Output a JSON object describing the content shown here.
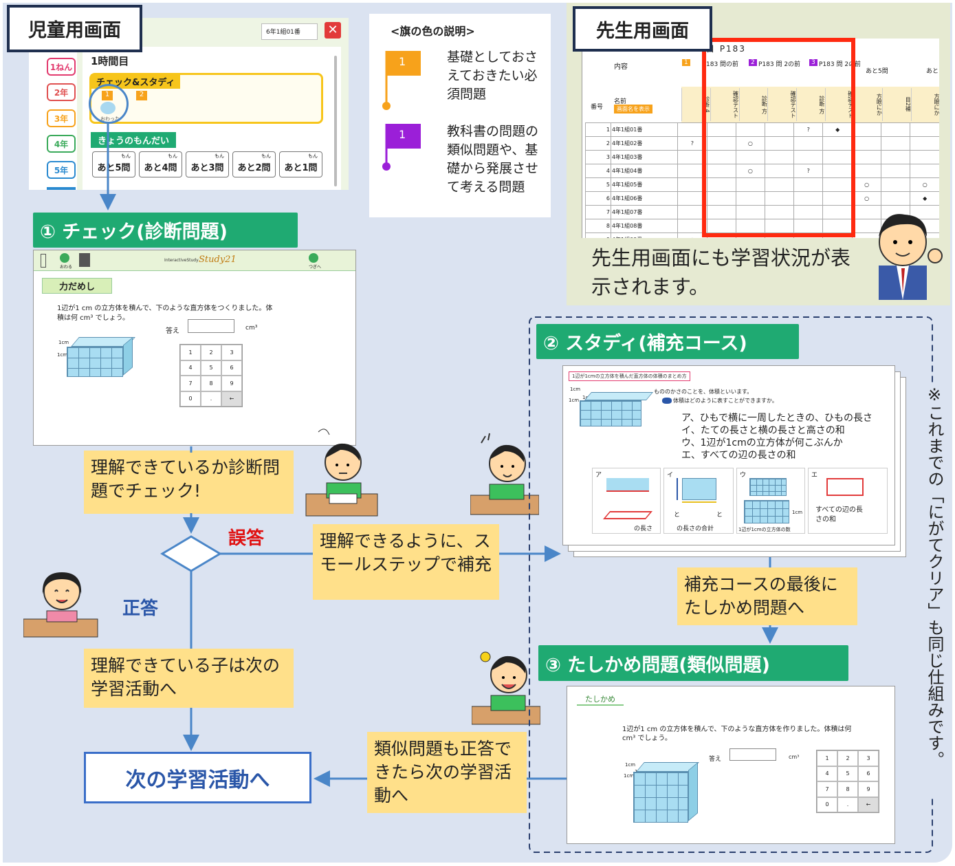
{
  "student_label": "児童用画面",
  "teacher_label": "先生用画面",
  "student_screen": {
    "id_field": "6年1組01番",
    "period": "1時間目",
    "check_study": "チェック&スタディ",
    "flags": [
      "1",
      "2"
    ],
    "done": "おわった",
    "today": "きょうのもんだい",
    "grades": [
      "1ねん",
      "2年",
      "3年",
      "4年",
      "5年"
    ],
    "ruby": "もん",
    "remaining": [
      "あと5問",
      "あと4問",
      "あと3問",
      "あと2問",
      "あと1問"
    ]
  },
  "legend": {
    "title": "<旗の色の説明>",
    "flag_num": "1",
    "orange_text": "基礎としておさえておきたい必須問題",
    "purple_text": "教科書の問題の類似問題や、基礎から発展させて考える問題",
    "orange_color": "#f7a21b",
    "purple_color": "#9b1fd8"
  },
  "teacher_screen": {
    "header_top": "目 P183",
    "col_content": "内容",
    "col_number": "番号",
    "col_name": "名前",
    "show_name_btn": "画面名を表示",
    "col_groups": [
      "183 問の前",
      "P183 問 2の前",
      "P183 問 2の前",
      "あと5問",
      "あと"
    ],
    "group_flags": [
      "1",
      "2",
      "3"
    ],
    "sub_cols": [
      "診断 4",
      "確認テスト",
      "診断 方",
      "確認テスト",
      "診断 方",
      "確認テスト",
      "方眼にか",
      "目2補",
      "方眼にか"
    ],
    "rows": [
      {
        "no": "1",
        "name": "4年1組01番",
        "cells": [
          "",
          "",
          "",
          "",
          "?",
          "◆",
          "",
          "",
          ""
        ]
      },
      {
        "no": "2",
        "name": "4年1組02番",
        "cells": [
          "?",
          "",
          "○",
          "",
          "",
          "",
          "",
          "",
          ""
        ]
      },
      {
        "no": "3",
        "name": "4年1組03番",
        "cells": [
          "",
          "",
          "",
          "",
          "",
          "",
          "",
          "",
          ""
        ]
      },
      {
        "no": "4",
        "name": "4年1組04番",
        "cells": [
          "",
          "",
          "○",
          "",
          "?",
          "",
          "",
          "",
          ""
        ]
      },
      {
        "no": "5",
        "name": "4年1組05番",
        "cells": [
          "",
          "",
          "",
          "",
          "",
          "",
          "○",
          "",
          "○"
        ]
      },
      {
        "no": "6",
        "name": "4年1組06番",
        "cells": [
          "",
          "",
          "",
          "",
          "",
          "",
          "○",
          "",
          "◆"
        ]
      },
      {
        "no": "7",
        "name": "4年1組07番",
        "cells": [
          "",
          "",
          "",
          "",
          "",
          "",
          "",
          "",
          ""
        ]
      },
      {
        "no": "8",
        "name": "4年1組08番",
        "cells": [
          "",
          "",
          "",
          "",
          "",
          "",
          "",
          "",
          ""
        ]
      },
      {
        "no": "9",
        "name": "4年1組09番",
        "cells": [
          "○",
          "",
          "",
          "",
          "",
          "",
          "",
          "",
          ""
        ]
      }
    ],
    "caption": "先生用画面にも学習状況が表示されます。"
  },
  "step1": {
    "banner": "① チェック(診断問題)",
    "toolbar_end": "おわる",
    "toolbar_next": "つぎへ",
    "logo": "Study21",
    "logo_pre": "InteractiveStudy",
    "title_tag": "力だめし",
    "question": "1辺が1 cm の立方体を積んで、下のような直方体をつくりました。体積は何 cm³ でしょう。",
    "answer_label": "答え",
    "unit": "cm³",
    "cube_label_a": "1cm",
    "cube_label_b": "1cm",
    "cube_label_c": "1cm",
    "keys": [
      "1",
      "2",
      "3",
      "4",
      "5",
      "6",
      "7",
      "8",
      "9",
      "0",
      ".",
      "←"
    ]
  },
  "notes": {
    "check": "理解できているか診断問題でチェック!",
    "wrong": "誤答",
    "correct": "正答",
    "small_step": "理解できるように、スモールステップで補充",
    "understand": "理解できている子は次の学習活動へ",
    "next_activity": "次の学習活動へ",
    "confirm_note": "補充コースの最後にたしかめ問題へ",
    "similar_correct": "類似問題も正答できたら次の学習活動へ",
    "vertical_note": "※これまでの「にがてクリア」も同じ仕組みです。"
  },
  "step2": {
    "banner": "② スタディ(補充コース)",
    "title_tag": "1辺が1cmの立方体を積んだ直方体の体積のまとめ方",
    "intro1": "もののかさのことを、体積といいます。",
    "intro2": "体積はどのように表すことができますか。",
    "options": [
      "ア、ひもで横に一周したときの、ひもの長さ",
      "イ、たての長さと横の長さと高さの和",
      "ウ、1辺が1cmの立方体が何こぶんか",
      "エ、すべての辺の長さの和"
    ],
    "panel_letters": [
      "ア",
      "イ",
      "ウ",
      "エ"
    ],
    "panel_captions": [
      "の長さ",
      "の長さの合計",
      "1辺が1cmの立方体の数",
      "すべての辺の長さの和"
    ],
    "cube_label_a": "1cm",
    "cube_label_b": "1cm",
    "cube_label_c": "1cm",
    "panel_mark_a": "と",
    "panel_mark_b": "と",
    "panel_unit": "1cm"
  },
  "step3": {
    "banner": "③ たしかめ問題(類似問題)",
    "title_tag": "たしかめ",
    "question": "1辺が1 cm の立方体を積んで、下のような直方体を作りました。体積は何 cm³ でしょう。",
    "answer_label": "答え",
    "unit": "cm³",
    "cube_label_a": "1cm",
    "cube_label_b": "1cm",
    "cube_label_c": "1cm",
    "keys": [
      "1",
      "2",
      "3",
      "4",
      "5",
      "6",
      "7",
      "8",
      "9",
      "0",
      ".",
      "←"
    ]
  },
  "colors": {
    "banner_green": "#1faa72",
    "note_yellow": "#ffe08a",
    "arrow_blue": "#4a86c8",
    "wrong_red": "#e01010",
    "correct_blue": "#2a56a8",
    "highlight_red": "#ff2a10"
  }
}
